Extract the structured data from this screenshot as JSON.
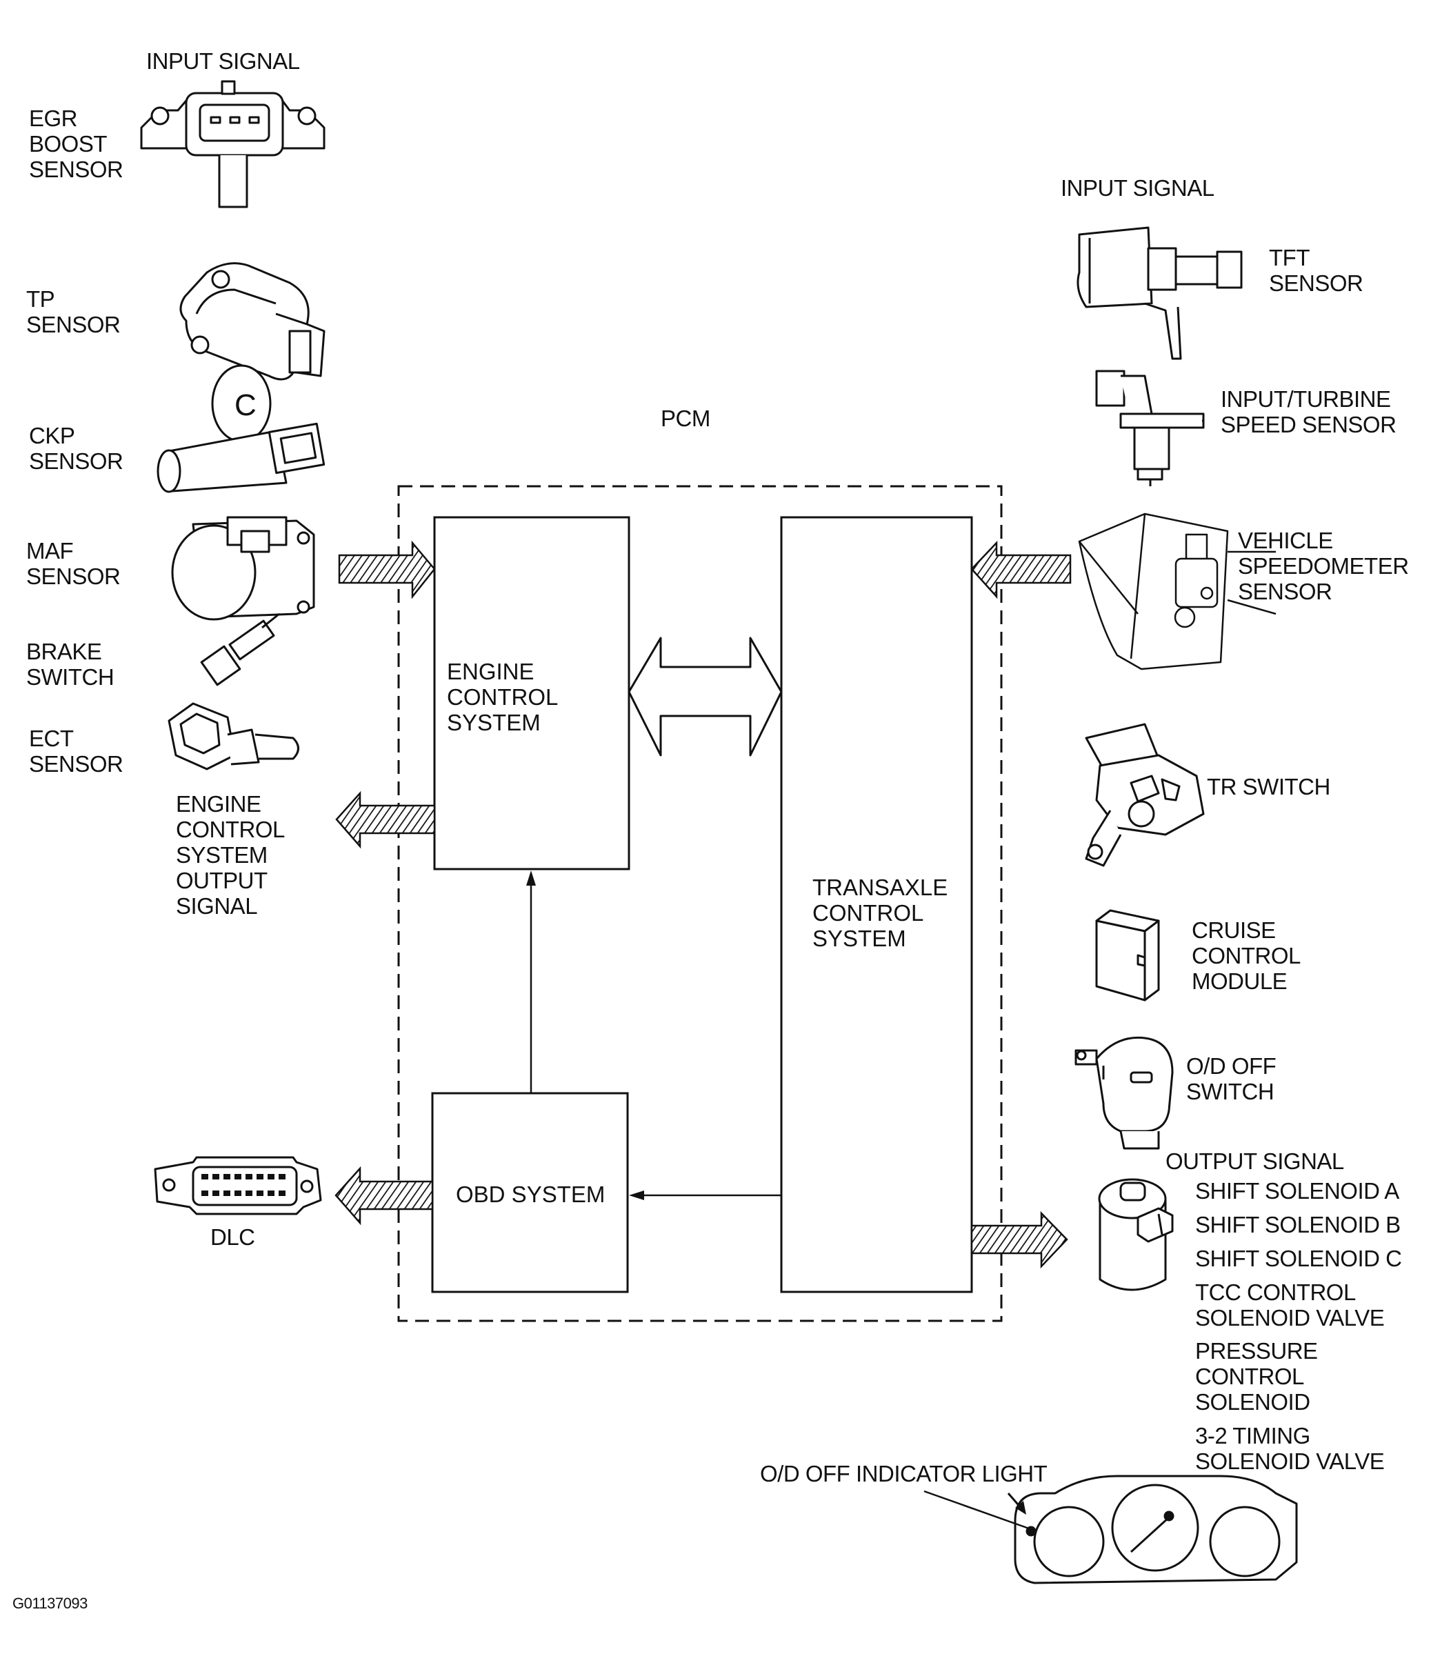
{
  "pcm_label": "PCM",
  "blocks": {
    "engine": "ENGINE\nCONTROL\nSYSTEM",
    "transaxle": "TRANSAXLE\nCONTROL\nSYSTEM",
    "obd": "OBD SYSTEM"
  },
  "left": {
    "input_heading": "INPUT SIGNAL",
    "egr": "EGR\nBOOST\nSENSOR",
    "tp": "TP\nSENSOR",
    "ckp": "CKP\nSENSOR",
    "maf": "MAF\nSENSOR",
    "brake": "BRAKE\nSWITCH",
    "ect": "ECT\nSENSOR",
    "engine_output": "ENGINE\nCONTROL\nSYSTEM\nOUTPUT\nSIGNAL",
    "dlc": "DLC"
  },
  "right": {
    "input_heading": "INPUT SIGNAL",
    "tft": "TFT\nSENSOR",
    "turbine": "INPUT/TURBINE\nSPEED SENSOR",
    "vss": "VEHICLE\nSPEEDOMETER\nSENSOR",
    "tr": "TR SWITCH",
    "cruise": "CRUISE\nCONTROL\nMODULE",
    "od_switch": "O/D OFF\nSWITCH",
    "output_heading": "OUTPUT SIGNAL",
    "outputs": [
      "SHIFT SOLENOID A",
      "SHIFT SOLENOID B",
      "SHIFT SOLENOID C",
      "TCC CONTROL\nSOLENOID VALVE",
      "PRESSURE\nCONTROL\nSOLENOID",
      "3-2 TIMING\nSOLENOID VALVE"
    ],
    "indicator": "O/D OFF INDICATOR LIGHT"
  },
  "figure_id": "G01137093"
}
